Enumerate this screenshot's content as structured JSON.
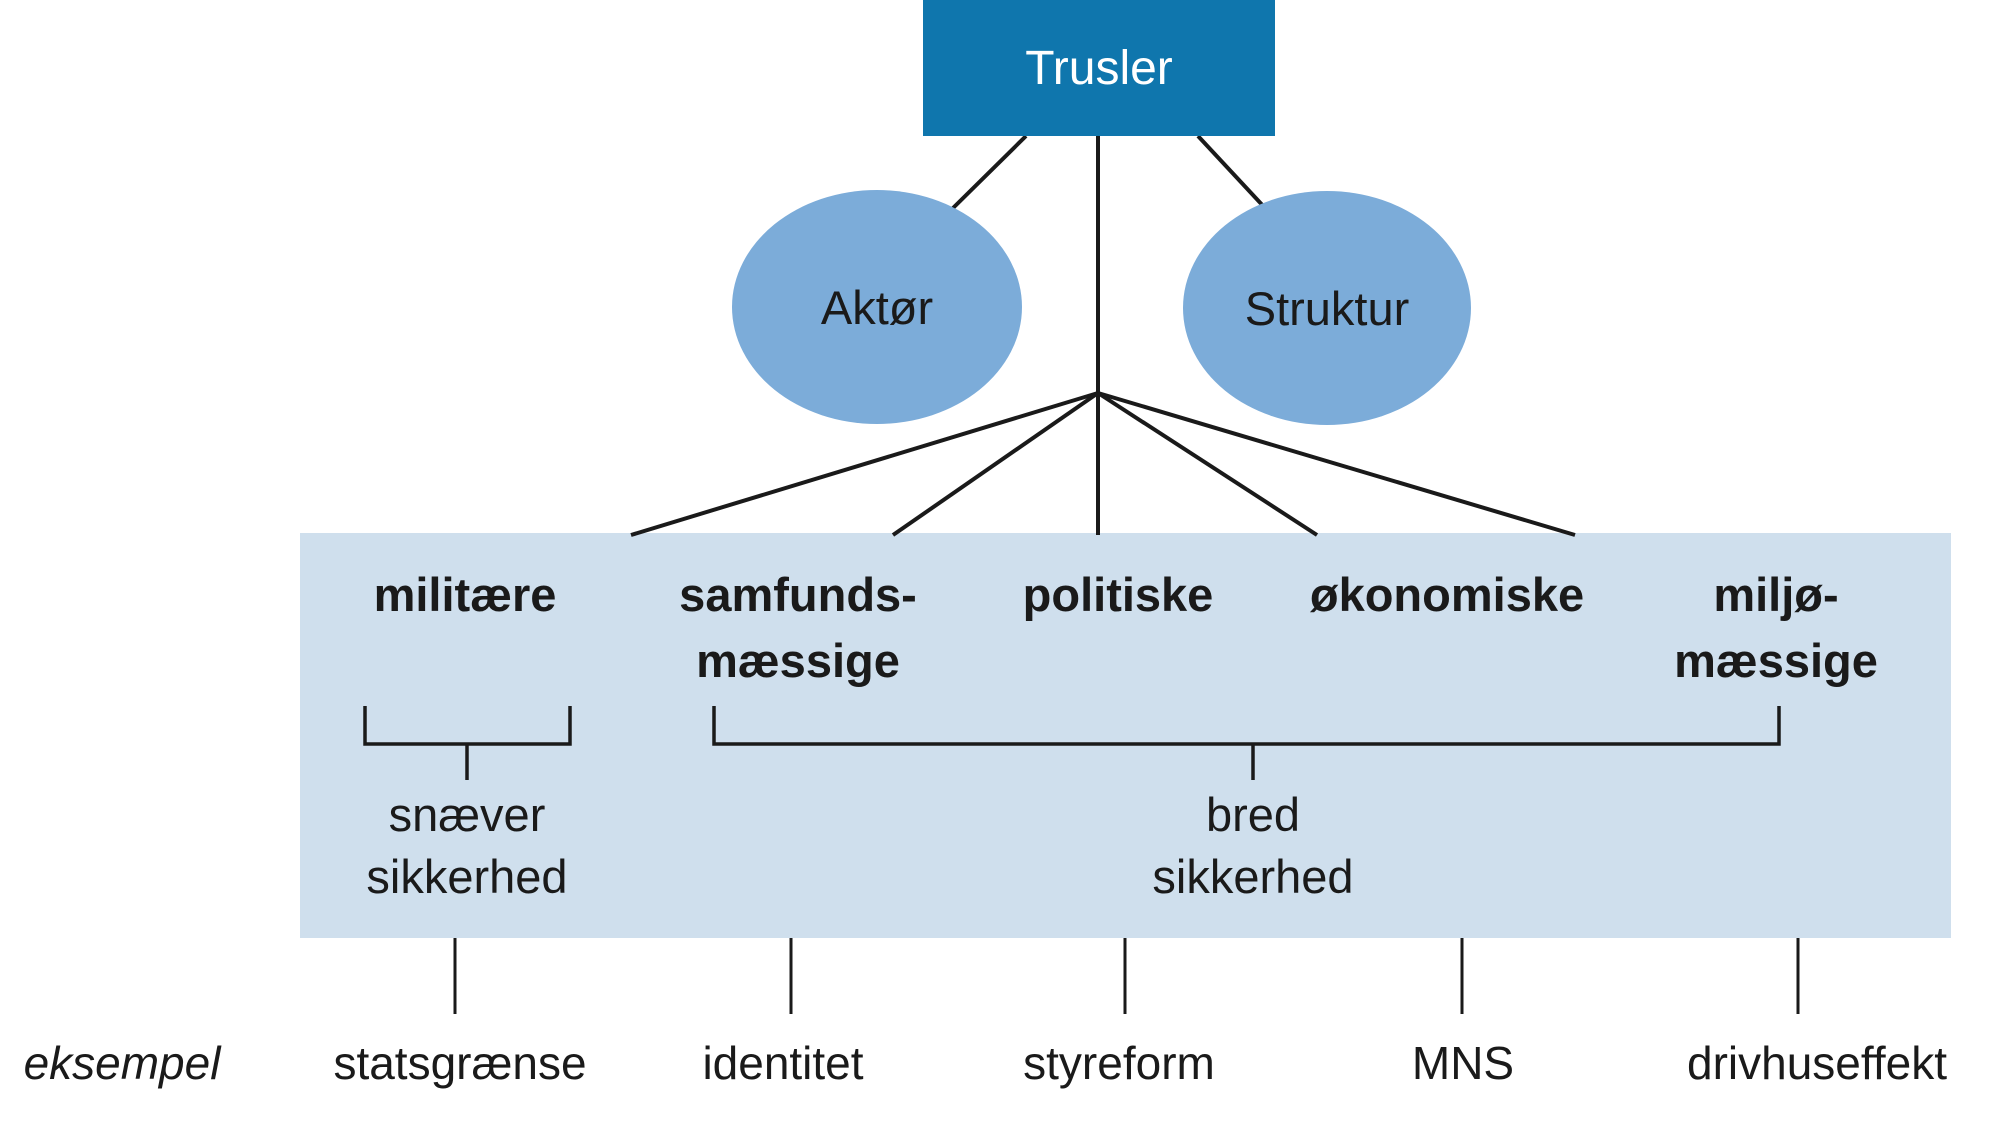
{
  "colors": {
    "root_fill": "#0f76ad",
    "root_text": "#ffffff",
    "ellipse_fill": "#7cacd9",
    "band_fill": "#cfdfed",
    "line": "#1a1a1a",
    "text": "#1a1a1a"
  },
  "root": {
    "label": "Trusler"
  },
  "branches": {
    "actor": "Aktør",
    "structure": "Struktur"
  },
  "categories": [
    {
      "label": "militære",
      "example": "statsgrænse"
    },
    {
      "label": "samfunds-\nmæssige",
      "example": "identitet"
    },
    {
      "label": "politiske",
      "example": "styreform"
    },
    {
      "label": "økonomiske",
      "example": "MNS"
    },
    {
      "label": "miljø-\nmæssige",
      "example": "drivhuseffekt"
    }
  ],
  "security_groups": [
    {
      "label": "snæver\nsikkerhed"
    },
    {
      "label": "bred\nsikkerhed"
    }
  ],
  "examples_row": {
    "caption": "eksempel"
  }
}
